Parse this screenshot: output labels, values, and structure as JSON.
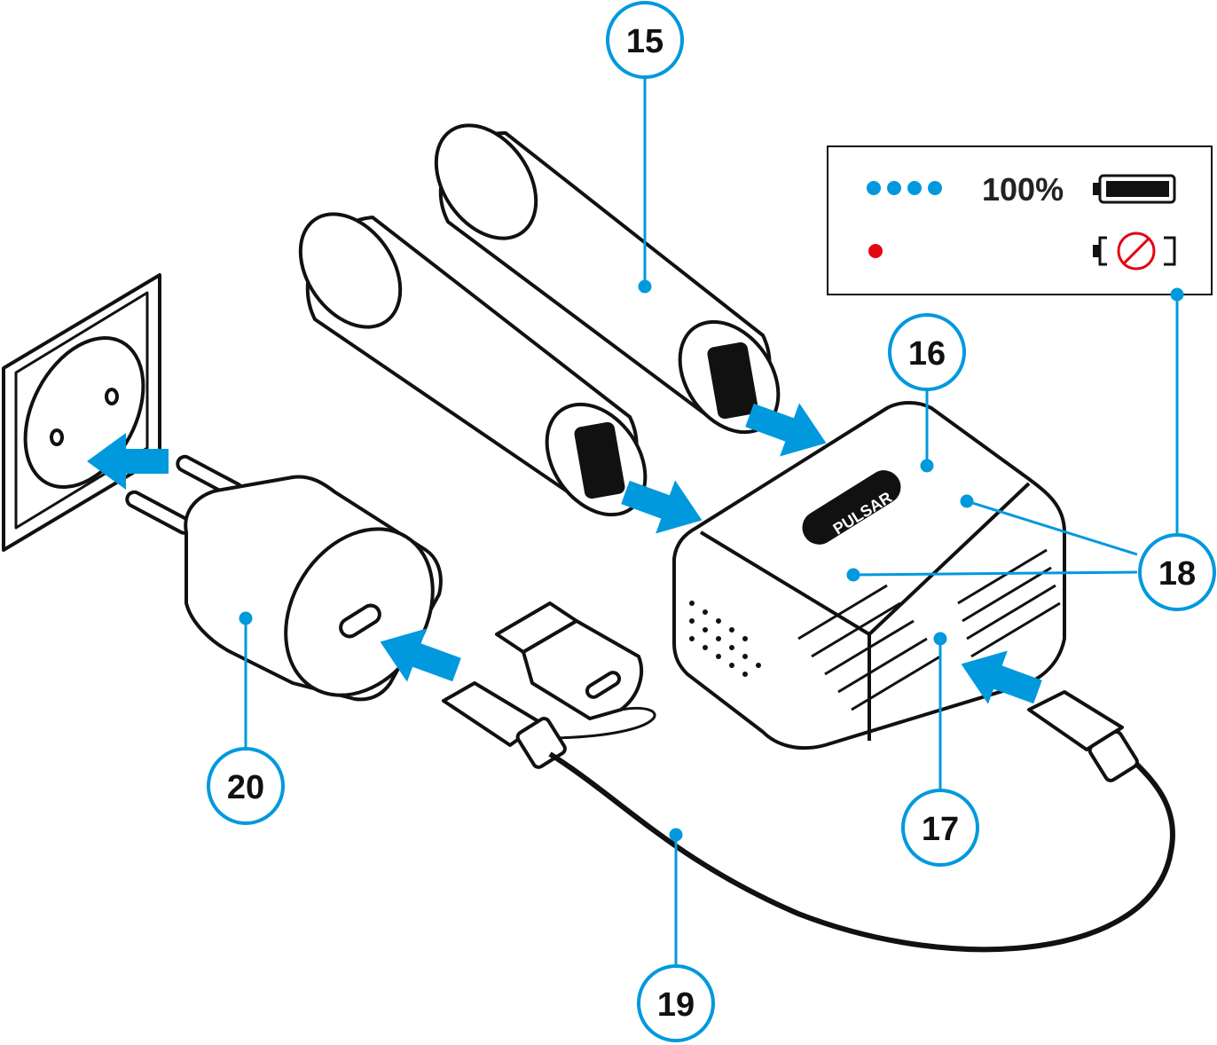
{
  "callouts": {
    "c15": "15",
    "c16": "16",
    "c17": "17",
    "c18": "18",
    "c19": "19",
    "c20": "20"
  },
  "legend": {
    "full_label": "100%",
    "full_indicator_color": "#0099dd",
    "fault_indicator_color": "#e30613"
  },
  "device": {
    "brand": "PULSAR"
  },
  "colors": {
    "accent": "#0099dd",
    "arrow": "#0099dd",
    "line": "#111111"
  }
}
